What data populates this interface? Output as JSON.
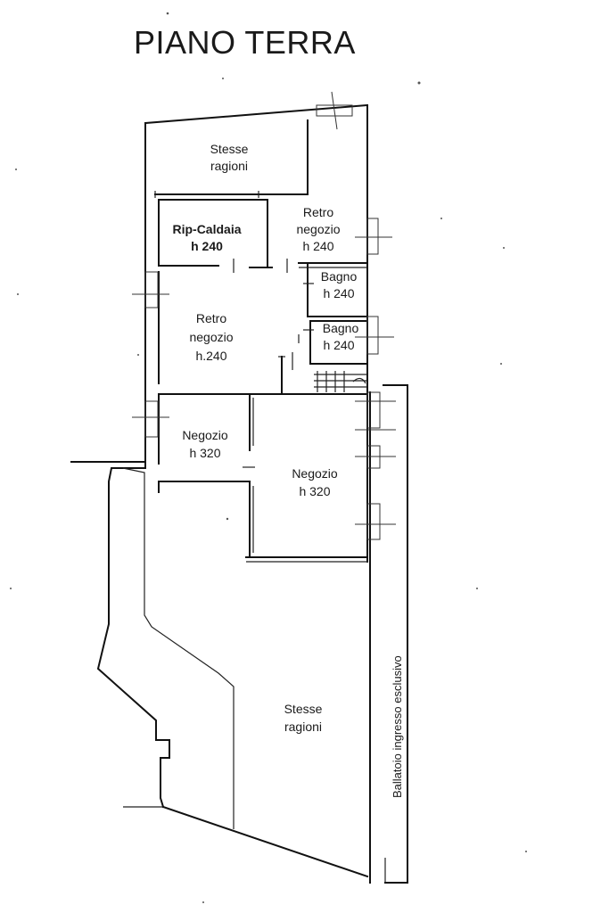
{
  "title": "PIANO TERRA",
  "rooms": {
    "stesse_top": {
      "line1": "Stesse",
      "line2": "ragioni"
    },
    "rip_caldaia": {
      "line1": "Rip-Caldaia",
      "line2": "h 240"
    },
    "retro_top": {
      "line1": "Retro",
      "line2": "negozio",
      "line3": "h 240"
    },
    "bagno_1": {
      "line1": "Bagno",
      "line2": "h 240"
    },
    "bagno_2": {
      "line1": "Bagno",
      "line2": "h 240"
    },
    "retro_mid": {
      "line1": "Retro",
      "line2": "negozio",
      "line3": "h.240"
    },
    "negozio_small": {
      "line1": "Negozio",
      "line2": "h 320"
    },
    "negozio_large": {
      "line1": "Negozio",
      "line2": "h 320"
    },
    "stesse_bottom": {
      "line1": "Stesse",
      "line2": "ragioni"
    }
  },
  "side_label": "Ballatoio ingresso esclusivo"
}
